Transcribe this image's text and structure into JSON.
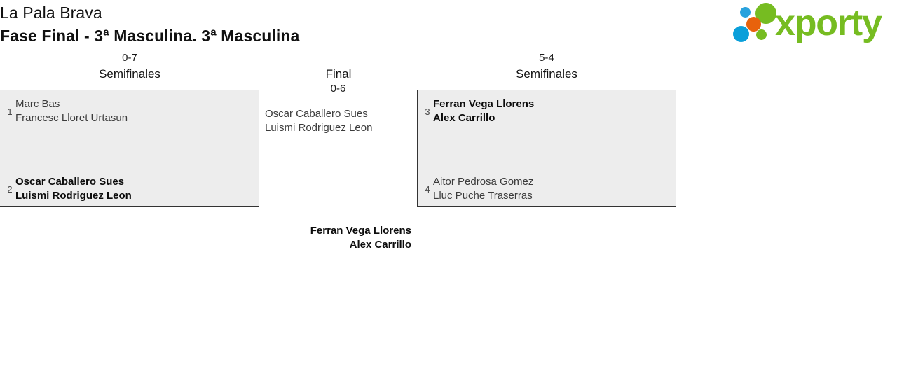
{
  "header": {
    "tournament_name": "La Pala Brava",
    "phase_name": "Fase Final - 3ª Masculina. 3ª Masculina",
    "logo": {
      "wordmark": "xporty",
      "dots": [
        {
          "name": "blue-small-dot",
          "color": "#2aa2dd"
        },
        {
          "name": "green-large-dot",
          "color": "#76bc21"
        },
        {
          "name": "orange-dot",
          "color": "#e8620c"
        },
        {
          "name": "blue-large-dot",
          "color": "#0a9fda"
        },
        {
          "name": "green-small-dot",
          "color": "#76bc21"
        }
      ],
      "brand_color": "#76bc21"
    }
  },
  "bracket": {
    "round_labels": {
      "semifinal_left": "Semifinales",
      "final": "Final",
      "semifinal_right": "Semifinales"
    },
    "matches": {
      "semifinal_left": {
        "score": "0-7",
        "top_team": {
          "seed": "1",
          "player1": "Marc Bas",
          "player2": "Francesc Lloret Urtasun",
          "result": "loser"
        },
        "bottom_team": {
          "seed": "2",
          "player1": "Oscar Caballero Sues",
          "player2": "Luismi Rodriguez Leon",
          "result": "winner"
        }
      },
      "semifinal_right": {
        "score": "5-4",
        "top_team": {
          "seed": "3",
          "player1": "Ferran Vega Llorens",
          "player2": "Alex Carrillo",
          "result": "winner"
        },
        "bottom_team": {
          "seed": "4",
          "player1": "Aitor Pedrosa Gomez",
          "player2": "Lluc Puche Traserras",
          "result": "loser"
        }
      },
      "final": {
        "score": "0-6",
        "top_team": {
          "player1": "Oscar Caballero Sues",
          "player2": "Luismi Rodriguez Leon",
          "result": "loser"
        },
        "champion": {
          "player1": "Ferran Vega Llorens",
          "player2": "Alex Carrillo",
          "result": "winner"
        }
      }
    }
  }
}
